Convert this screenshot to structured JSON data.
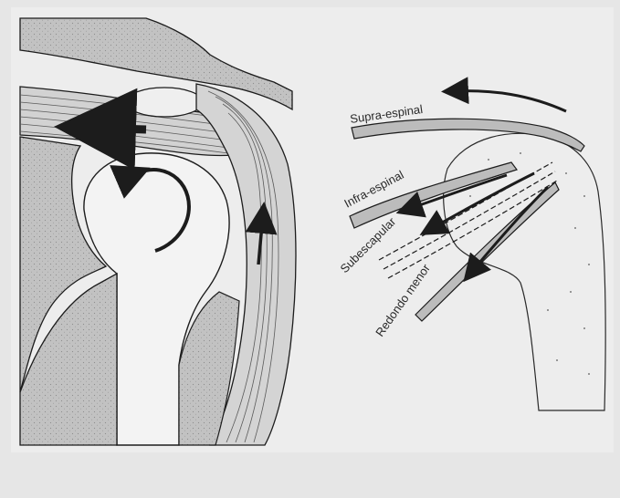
{
  "figure": {
    "labels": {
      "supra": "Supra-espinal",
      "infra": "Infra-espinal",
      "subesc": "Subescapular",
      "redondo": "Redondo menor"
    }
  },
  "colors": {
    "page": "#e8e8e8",
    "paper": "#ececec",
    "shade": "#bdbdbd",
    "ink": "#1c1c1c",
    "bone": "#f3f3f3"
  }
}
